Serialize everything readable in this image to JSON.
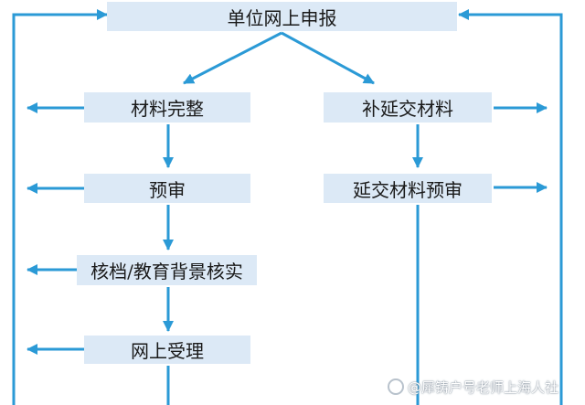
{
  "nodes": {
    "unit_online_declare": "单位网上申报",
    "materials_complete": "材料完整",
    "supplement_materials": "补延交材料",
    "pre_review": "预审",
    "late_materials_pre_review": "延交材料预审",
    "verify_education": "核档/教育背景核实",
    "online_acceptance": "网上受理"
  },
  "watermark": {
    "text": "@犀铸户号老师上海人社"
  },
  "colors": {
    "arrow": "#2b9ad6",
    "node_fill": "#dce9f6"
  }
}
